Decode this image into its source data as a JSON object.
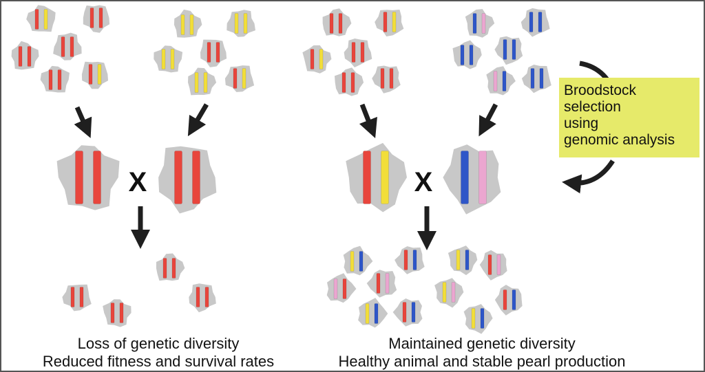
{
  "colors": {
    "cell": "#c8c8c8",
    "red": "#e8453c",
    "yellow": "#f2de3a",
    "blue": "#2e56c8",
    "pink": "#eba6d0",
    "arrow": "#1f1f1f",
    "callout": "#e6ea6a"
  },
  "left_panel": {
    "population_a_chromosomes": [
      [
        "red",
        "yellow"
      ],
      [
        "red",
        "red"
      ],
      [
        "red",
        "red"
      ],
      [
        "red",
        "red"
      ],
      [
        "red",
        "red"
      ],
      [
        "red",
        "yellow"
      ]
    ],
    "population_b_chromosomes": [
      [
        "yellow",
        "yellow"
      ],
      [
        "yellow",
        "yellow"
      ],
      [
        "yellow",
        "yellow"
      ],
      [
        "red",
        "red"
      ],
      [
        "yellow",
        "yellow"
      ],
      [
        "red",
        "yellow"
      ]
    ],
    "parent_1": [
      "red",
      "red"
    ],
    "parent_2": [
      "red",
      "red"
    ],
    "cross_symbol": "X",
    "offspring_chromosomes": [
      [
        "red",
        "red"
      ],
      [
        "red",
        "red"
      ],
      [
        "red",
        "red"
      ],
      [
        "red",
        "red"
      ]
    ],
    "caption_line1": "Loss of genetic diversity",
    "caption_line2": "Reduced fitness and survival rates"
  },
  "right_panel": {
    "population_a_chromosomes": [
      [
        "red",
        "red"
      ],
      [
        "red",
        "yellow"
      ],
      [
        "red",
        "yellow"
      ],
      [
        "red",
        "red"
      ],
      [
        "red",
        "red"
      ],
      [
        "red",
        "red"
      ]
    ],
    "population_b_chromosomes": [
      [
        "blue",
        "pink"
      ],
      [
        "blue",
        "blue"
      ],
      [
        "blue",
        "blue"
      ],
      [
        "blue",
        "blue"
      ],
      [
        "pink",
        "blue"
      ],
      [
        "blue",
        "blue"
      ]
    ],
    "parent_1": [
      "red",
      "yellow"
    ],
    "parent_2": [
      "blue",
      "pink"
    ],
    "cross_symbol": "X",
    "offspring_chromosomes": [
      [
        "yellow",
        "blue"
      ],
      [
        "red",
        "blue"
      ],
      [
        "yellow",
        "blue"
      ],
      [
        "red",
        "pink"
      ],
      [
        "pink",
        "red"
      ],
      [
        "red",
        "pink"
      ],
      [
        "yellow",
        "pink"
      ],
      [
        "red",
        "blue"
      ],
      [
        "yellow",
        "blue"
      ],
      [
        "red",
        "blue"
      ],
      [
        "yellow",
        "blue"
      ]
    ],
    "caption_line1": "Maintained genetic diversity",
    "caption_line2": "Healthy animal and stable pearl production"
  },
  "callout": {
    "line1": "Broodstock",
    "line2": "selection",
    "line3": "using",
    "line4": "genomic analysis"
  }
}
